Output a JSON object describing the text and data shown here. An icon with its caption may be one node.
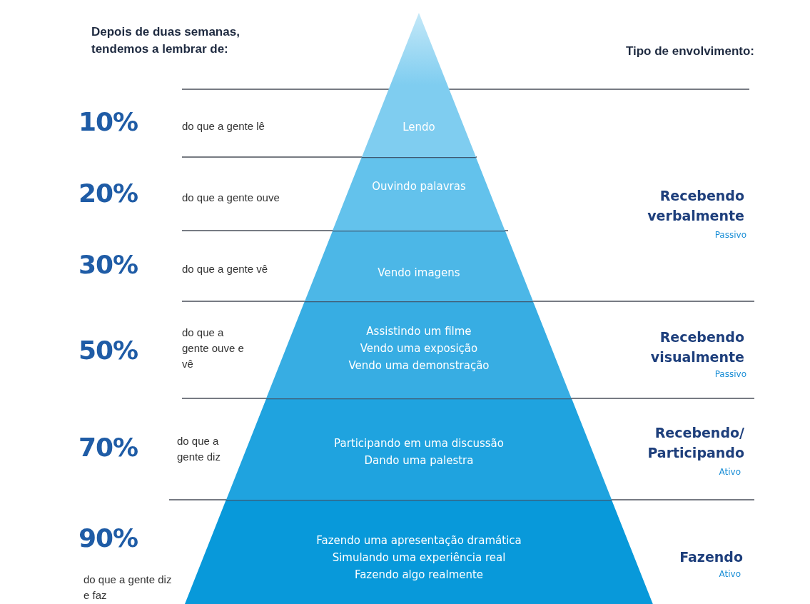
{
  "diagram": {
    "nodes": [
      {
        "text": [
          "Lendo"
        ]
      },
      {
        "text": [
          "Ouvindo palavras"
        ]
      },
      {
        "text": [
          "Vendo imagens"
        ]
      },
      {
        "text": [
          "Assistindo um filme",
          "Vendo uma exposição",
          "Vendo uma demonstração"
        ]
      },
      {
        "text": [
          "Participando em uma discussão",
          "Dando uma palestra"
        ]
      },
      {
        "text": [
          "Fazendo uma apresentação dramática",
          "Simulando uma experiência real",
          "Fazendo algo realmente"
        ]
      }
    ],
    "edges": [],
    "labels": [
      "Depois de duas semanas, tendemos a lembrar de:",
      "Tipo de envolvimento:",
      "10%",
      "do que a gente lê",
      "20%",
      "do que a gente ouve",
      "Recebendo verbalmente",
      "Passivo",
      "30%",
      "do que a gente vê",
      "50%",
      "do que a gente ouve e vê",
      "Recebendo visualmente",
      "Passivo",
      "70%",
      "do que a gente diz",
      "Recebendo/ Participando",
      "Ativo",
      "90%",
      "do que a gente diz e faz",
      "Fazendo",
      "Ativo"
    ]
  }
}
